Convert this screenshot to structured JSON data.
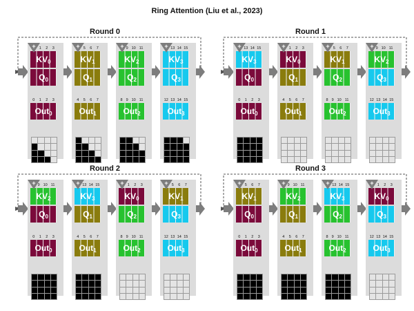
{
  "title": "Ring Attention (Liu et al., 2023)",
  "colors": {
    "maroon": "#7b0a3b",
    "olive": "#8a7c0d",
    "green": "#27c22f",
    "cyan": "#16c9ee",
    "panel_gray": "#dcdcdc",
    "arrow_gray": "#7d7d7d",
    "mask_on": "#000000",
    "mask_off": "#e4e4e4"
  },
  "blocks": [
    {
      "color": "maroon",
      "nums": [
        "0",
        "1",
        "2",
        "3"
      ],
      "sub": "0"
    },
    {
      "color": "olive",
      "nums": [
        "4",
        "5",
        "6",
        "7"
      ],
      "sub": "1"
    },
    {
      "color": "green",
      "nums": [
        "8",
        "9",
        "10",
        "11"
      ],
      "sub": "2"
    },
    {
      "color": "cyan",
      "nums": [
        "12",
        "13",
        "14",
        "15"
      ],
      "sub": "3"
    }
  ],
  "rounds": [
    {
      "label": "Round 0",
      "kv": [
        0,
        1,
        2,
        3
      ],
      "masks": [
        [
          0,
          0,
          0,
          0,
          1,
          0,
          0,
          0,
          1,
          1,
          0,
          0,
          1,
          1,
          1,
          0
        ],
        [
          1,
          0,
          0,
          0,
          1,
          1,
          0,
          0,
          1,
          1,
          1,
          0,
          1,
          1,
          1,
          1
        ],
        [
          1,
          1,
          0,
          0,
          1,
          1,
          1,
          0,
          1,
          1,
          1,
          1,
          1,
          1,
          1,
          1
        ],
        [
          1,
          1,
          1,
          0,
          1,
          1,
          1,
          1,
          1,
          1,
          1,
          1,
          1,
          1,
          1,
          1
        ]
      ]
    },
    {
      "label": "Round 1",
      "kv": [
        3,
        0,
        1,
        2
      ],
      "masks": [
        [
          1,
          1,
          1,
          1,
          1,
          1,
          1,
          1,
          1,
          1,
          1,
          1,
          1,
          1,
          1,
          1
        ],
        [
          0,
          0,
          0,
          0,
          0,
          0,
          0,
          0,
          0,
          0,
          0,
          0,
          0,
          0,
          0,
          0
        ],
        [
          0,
          0,
          0,
          0,
          0,
          0,
          0,
          0,
          0,
          0,
          0,
          0,
          0,
          0,
          0,
          0
        ],
        [
          0,
          0,
          0,
          0,
          0,
          0,
          0,
          0,
          0,
          0,
          0,
          0,
          0,
          0,
          0,
          0
        ]
      ]
    },
    {
      "label": "Round 2",
      "kv": [
        2,
        3,
        0,
        1
      ],
      "masks": [
        [
          1,
          1,
          1,
          1,
          1,
          1,
          1,
          1,
          1,
          1,
          1,
          1,
          1,
          1,
          1,
          1
        ],
        [
          1,
          1,
          1,
          1,
          1,
          1,
          1,
          1,
          1,
          1,
          1,
          1,
          1,
          1,
          1,
          1
        ],
        [
          0,
          0,
          0,
          0,
          0,
          0,
          0,
          0,
          0,
          0,
          0,
          0,
          0,
          0,
          0,
          0
        ],
        [
          0,
          0,
          0,
          0,
          0,
          0,
          0,
          0,
          0,
          0,
          0,
          0,
          0,
          0,
          0,
          0
        ]
      ]
    },
    {
      "label": "Round 3",
      "kv": [
        1,
        2,
        3,
        0
      ],
      "masks": [
        [
          1,
          1,
          1,
          1,
          1,
          1,
          1,
          1,
          1,
          1,
          1,
          1,
          1,
          1,
          1,
          1
        ],
        [
          1,
          1,
          1,
          1,
          1,
          1,
          1,
          1,
          1,
          1,
          1,
          1,
          1,
          1,
          1,
          1
        ],
        [
          1,
          1,
          1,
          1,
          1,
          1,
          1,
          1,
          1,
          1,
          1,
          1,
          1,
          1,
          1,
          1
        ],
        [
          0,
          0,
          0,
          0,
          0,
          0,
          0,
          0,
          0,
          0,
          0,
          0,
          0,
          0,
          0,
          0
        ]
      ]
    }
  ],
  "labels": {
    "kv": "KV",
    "q": "Q",
    "out": "Out",
    "plus": "+"
  }
}
